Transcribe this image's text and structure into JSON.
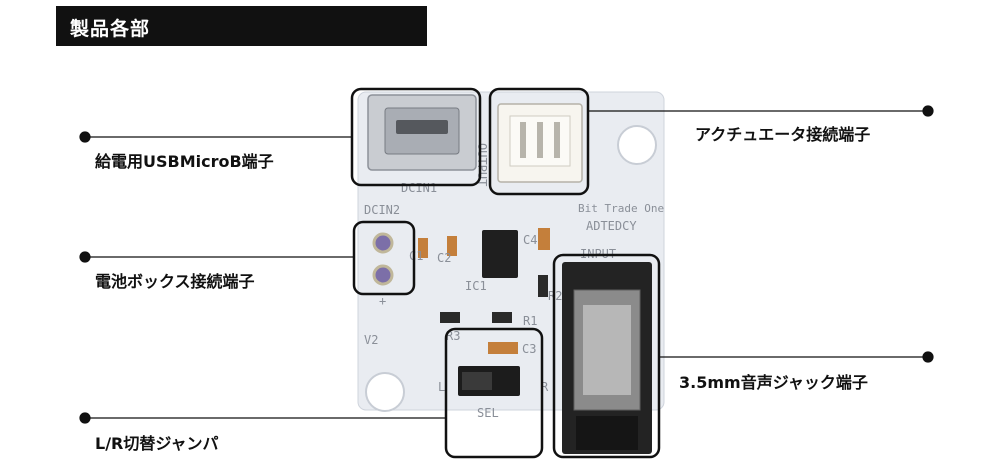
{
  "header": {
    "title": "製品各部"
  },
  "callouts": {
    "usb": "給電用USBMicroB端子",
    "actuator": "アクチュエータ接続端子",
    "battery": "電池ボックス接続端子",
    "jack": "3.5mm音声ジャック端子",
    "jumper": "L/R切替ジャンパ"
  },
  "board": {
    "dcin1": "DCIN1",
    "dcin2": "DCIN2",
    "output": "OUTPUT",
    "brand": "Bit Trade One",
    "model": "ADTEDCY",
    "input": "INPUT",
    "c1": "C1",
    "c2": "C2",
    "c3": "C3",
    "c4": "C4",
    "ic1": "IC1",
    "r1": "R1",
    "r2": "R2",
    "r3": "R3",
    "v2": "V2",
    "plus": "+",
    "sel": "SEL",
    "l": "L",
    "r": "R"
  },
  "colors": {
    "board": "#e9ecf1",
    "box": "#111111"
  }
}
